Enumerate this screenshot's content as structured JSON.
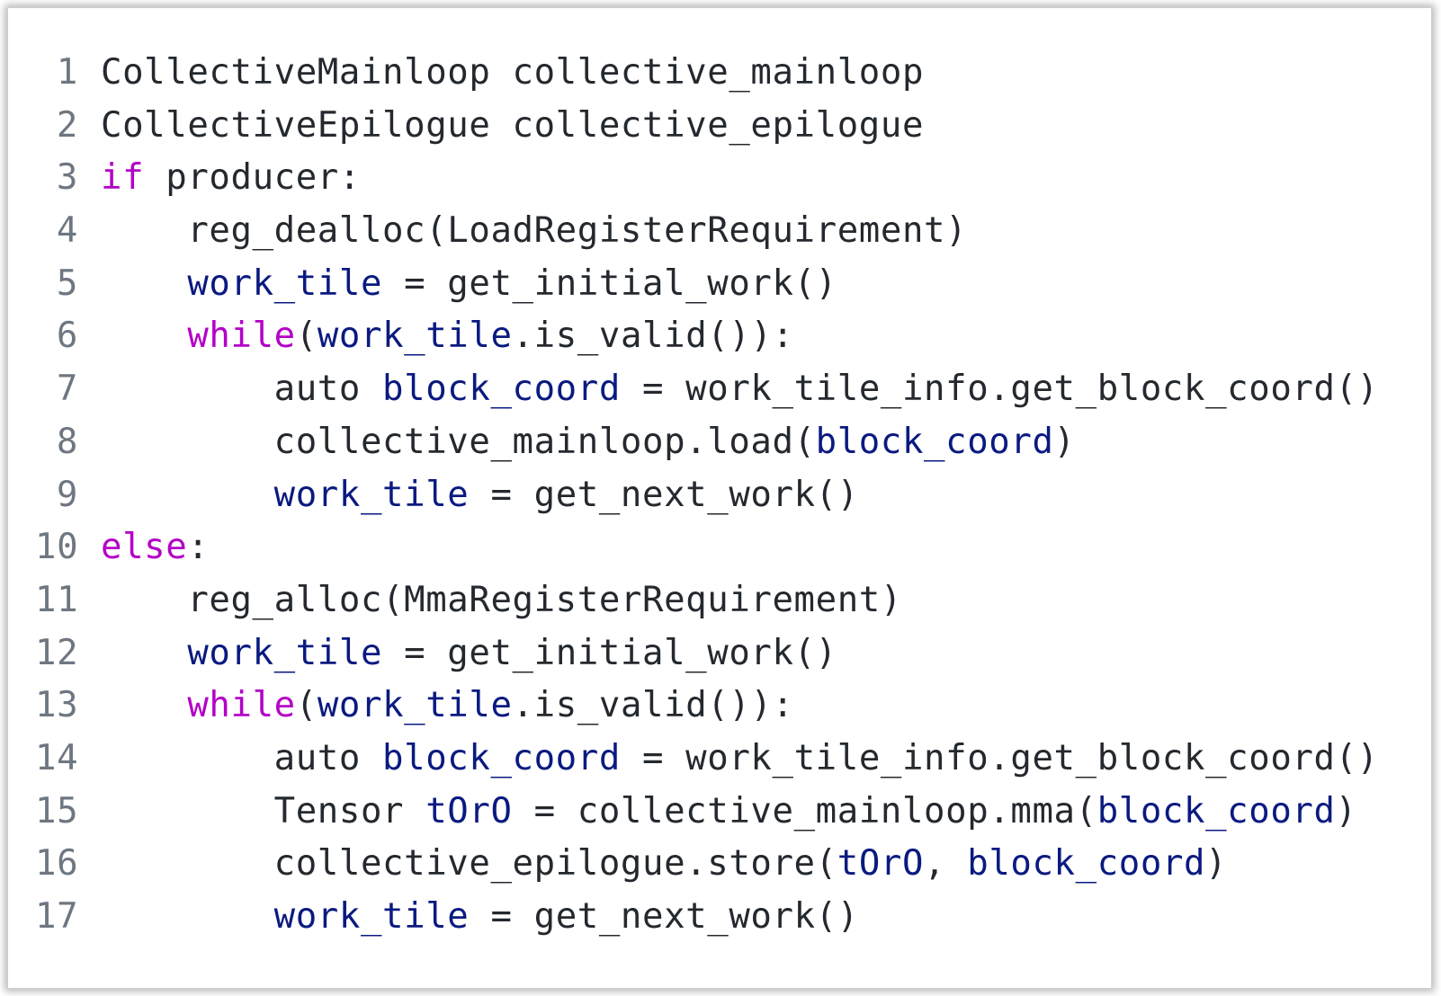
{
  "colors": {
    "keyword": "#b400c7",
    "variable": "#0a1a80",
    "plain": "#24292f",
    "line_number": "#6e7781",
    "background": "#ffffff"
  },
  "code_lines": [
    {
      "n": "1",
      "tokens": [
        {
          "t": "CollectiveMainloop collective_mainloop",
          "c": "plain"
        }
      ]
    },
    {
      "n": "2",
      "tokens": [
        {
          "t": "CollectiveEpilogue collective_epilogue",
          "c": "plain"
        }
      ]
    },
    {
      "n": "3",
      "tokens": [
        {
          "t": "if",
          "c": "kw"
        },
        {
          "t": " producer:",
          "c": "plain"
        }
      ]
    },
    {
      "n": "4",
      "tokens": [
        {
          "t": "    reg_dealloc(LoadRegisterRequirement)",
          "c": "plain"
        }
      ]
    },
    {
      "n": "5",
      "tokens": [
        {
          "t": "    ",
          "c": "plain"
        },
        {
          "t": "work_tile",
          "c": "var"
        },
        {
          "t": " = get_initial_work()",
          "c": "plain"
        }
      ]
    },
    {
      "n": "6",
      "tokens": [
        {
          "t": "    ",
          "c": "plain"
        },
        {
          "t": "while",
          "c": "kw"
        },
        {
          "t": "(",
          "c": "plain"
        },
        {
          "t": "work_tile",
          "c": "var"
        },
        {
          "t": ".is_valid()):",
          "c": "plain"
        }
      ]
    },
    {
      "n": "7",
      "tokens": [
        {
          "t": "        auto ",
          "c": "plain"
        },
        {
          "t": "block_coord",
          "c": "var"
        },
        {
          "t": " = work_tile_info.get_block_coord()",
          "c": "plain"
        }
      ]
    },
    {
      "n": "8",
      "tokens": [
        {
          "t": "        collective_mainloop.load(",
          "c": "plain"
        },
        {
          "t": "block_coord",
          "c": "var"
        },
        {
          "t": ")",
          "c": "plain"
        }
      ]
    },
    {
      "n": "9",
      "tokens": [
        {
          "t": "        ",
          "c": "plain"
        },
        {
          "t": "work_tile",
          "c": "var"
        },
        {
          "t": " = get_next_work()",
          "c": "plain"
        }
      ]
    },
    {
      "n": "10",
      "tokens": [
        {
          "t": "else",
          "c": "kw"
        },
        {
          "t": ":",
          "c": "plain"
        }
      ]
    },
    {
      "n": "11",
      "tokens": [
        {
          "t": "    reg_alloc(MmaRegisterRequirement)",
          "c": "plain"
        }
      ]
    },
    {
      "n": "12",
      "tokens": [
        {
          "t": "    ",
          "c": "plain"
        },
        {
          "t": "work_tile",
          "c": "var"
        },
        {
          "t": " = get_initial_work()",
          "c": "plain"
        }
      ]
    },
    {
      "n": "13",
      "tokens": [
        {
          "t": "    ",
          "c": "plain"
        },
        {
          "t": "while",
          "c": "kw"
        },
        {
          "t": "(",
          "c": "plain"
        },
        {
          "t": "work_tile",
          "c": "var"
        },
        {
          "t": ".is_valid()):",
          "c": "plain"
        }
      ]
    },
    {
      "n": "14",
      "tokens": [
        {
          "t": "        auto ",
          "c": "plain"
        },
        {
          "t": "block_coord",
          "c": "var"
        },
        {
          "t": " = work_tile_info.get_block_coord()",
          "c": "plain"
        }
      ]
    },
    {
      "n": "15",
      "tokens": [
        {
          "t": "        Tensor ",
          "c": "plain"
        },
        {
          "t": "tOrO",
          "c": "var"
        },
        {
          "t": " = collective_mainloop.mma(",
          "c": "plain"
        },
        {
          "t": "block_coord",
          "c": "var"
        },
        {
          "t": ")",
          "c": "plain"
        }
      ]
    },
    {
      "n": "16",
      "tokens": [
        {
          "t": "        collective_epilogue.store(",
          "c": "plain"
        },
        {
          "t": "tOrO",
          "c": "var"
        },
        {
          "t": ", ",
          "c": "plain"
        },
        {
          "t": "block_coord",
          "c": "var"
        },
        {
          "t": ")",
          "c": "plain"
        }
      ]
    },
    {
      "n": "17",
      "tokens": [
        {
          "t": "        ",
          "c": "plain"
        },
        {
          "t": "work_tile",
          "c": "var"
        },
        {
          "t": " = get_next_work()",
          "c": "plain"
        }
      ]
    }
  ]
}
